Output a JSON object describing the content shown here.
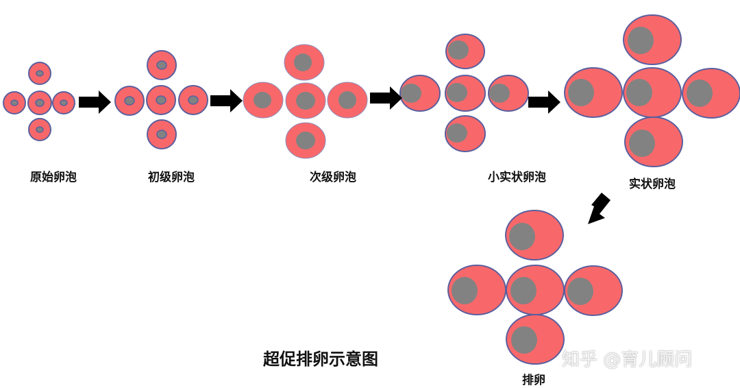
{
  "labels": {
    "primordial": "原始卵泡",
    "primary": "初级卵泡",
    "secondary": "次级卵泡",
    "small_antral": "小实状卵泡",
    "antral": "实状卵泡",
    "ovulation": "排卵"
  },
  "title": "超促排卵示意图",
  "watermark": "知乎 @育儿顾问",
  "colors": {
    "follicle_fill": "#f8686a",
    "follicle_outline": "#5a5f9e",
    "oocyte_fill": "#828282",
    "arrow": "#000000",
    "text": "#111111"
  },
  "groups": [
    {
      "stage": "原始卵泡",
      "follicle_count": 5
    },
    {
      "stage": "初级卵泡",
      "follicle_count": 5
    },
    {
      "stage": "次级卵泡",
      "follicle_count": 5
    },
    {
      "stage": "小实状卵泡",
      "follicle_count": 5
    },
    {
      "stage": "实状卵泡",
      "follicle_count": 5
    },
    {
      "stage": "排卵",
      "follicle_count": 5
    }
  ]
}
